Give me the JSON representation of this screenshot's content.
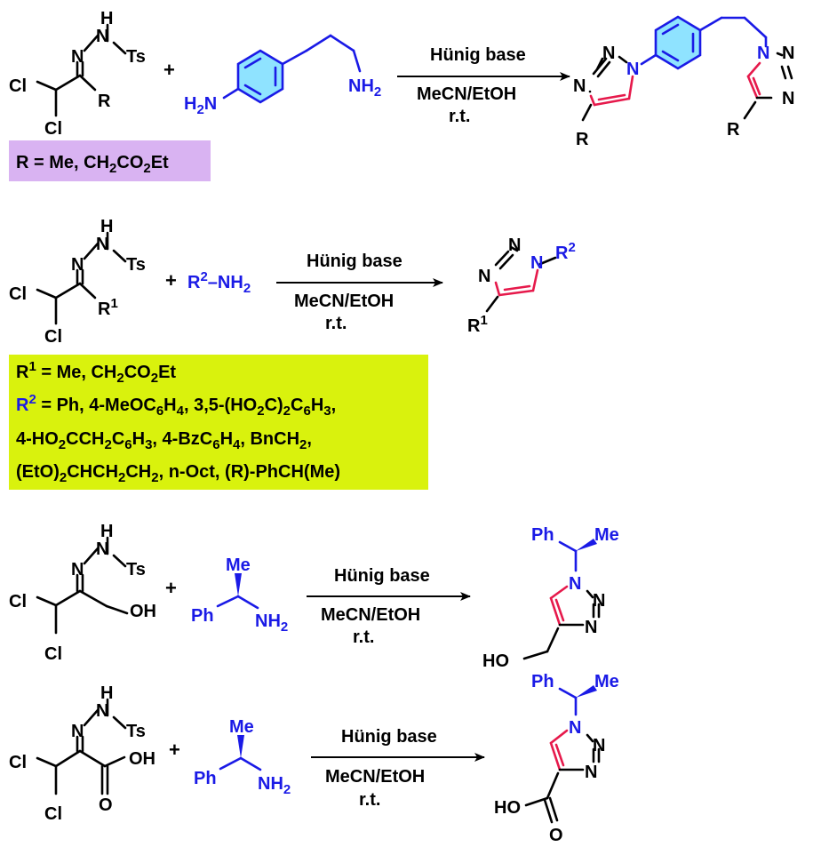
{
  "colors": {
    "bond": "#000000",
    "amine": "#1a1ae6",
    "triazole_bond": "#e6194b",
    "benzene_fill": "#33ccff",
    "box_purple": "#d9b3f2",
    "box_yellow": "#d9f20d"
  },
  "atoms": {
    "N": "N",
    "H": "H",
    "Ts": "Ts",
    "Cl": "Cl",
    "R": "R",
    "R_base": "R",
    "one": "1",
    "two": "2",
    "O": "O",
    "OH": "OH",
    "HO": "HO",
    "H2N_base": "H",
    "NH2_base": "NH",
    "sub2": "2",
    "Me": "Me",
    "Ph": "Ph",
    "dash_NH": "–NH"
  },
  "plus": "+",
  "conditions": {
    "reagent": "Hünig base",
    "solvent": "MeCN/EtOH",
    "temperature": "r.t."
  },
  "box1": {
    "prefix": "R = Me, CH",
    "sub1": "2",
    "mid": "CO",
    "sub2": "2",
    "suffix": "Et"
  },
  "box2": {
    "line1": {
      "a": "R",
      "sup": "1",
      "b": " = Me, CH",
      "s1": "2",
      "c": "CO",
      "s2": "2",
      "d": "Et"
    },
    "line2": {
      "a": "R",
      "sup": "2",
      "b": " = Ph, 4-MeOC",
      "s1": "6",
      "c": "H",
      "s2": "4",
      "d": ", 3,5-(HO",
      "s3": "2",
      "e": "C)",
      "s4": "2",
      "f": "C",
      "s5": "6",
      "g": "H",
      "s6": "3",
      "h": ","
    },
    "line3": {
      "a": "4-HO",
      "s1": "2",
      "b": "CCH",
      "s2": "2",
      "c": "C",
      "s3": "6",
      "d": "H",
      "s4": "3",
      "e": ", 4-BzC",
      "s5": "6",
      "f": "H",
      "s6": "4",
      "g": ", BnCH",
      "s7": "2",
      "h": ","
    },
    "line4": {
      "a": "(EtO)",
      "s1": "2",
      "b": "CHCH",
      "s2": "2",
      "c": "CH",
      "s3": "2",
      "d": ", n-Oct, (R)-PhCH(Me)"
    }
  }
}
